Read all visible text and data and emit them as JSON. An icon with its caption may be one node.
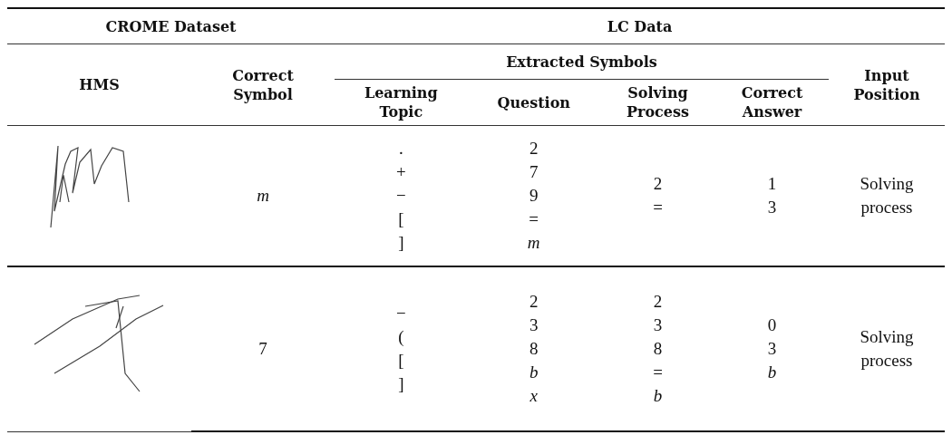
{
  "diagram": {
    "labels": [
      "CROME Dataset",
      "LC Data",
      "HMS",
      "Correct Symbol",
      "Extracted Symbols",
      "Input Position",
      "Learning Topic",
      "Question",
      "Solving Process",
      "Correct Answer",
      "*m*",
      ". + − [ ]",
      "2 7 9 = *m*",
      "2 =",
      "1 3",
      "Solving process",
      "7",
      "− ( [ ]",
      "2 3 8 *b* *x*",
      "2 3 8 = *b*",
      "0 3 *b*",
      "Solving process"
    ]
  }
}
